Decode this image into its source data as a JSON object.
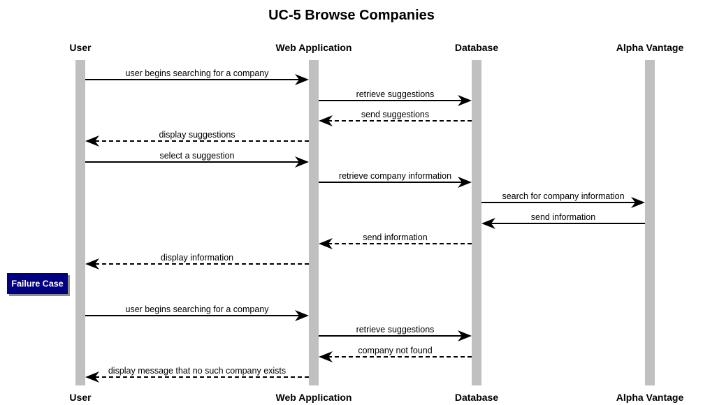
{
  "title": "UC-5 Browse Companies",
  "actors": [
    {
      "id": "user",
      "label": "User"
    },
    {
      "id": "web",
      "label": "Web Application"
    },
    {
      "id": "db",
      "label": "Database"
    },
    {
      "id": "av",
      "label": "Alpha Vantage"
    }
  ],
  "messages": [
    {
      "from": "user",
      "to": "web",
      "label": "user begins searching for a company",
      "style": "solid"
    },
    {
      "from": "web",
      "to": "db",
      "label": "retrieve suggestions",
      "style": "solid"
    },
    {
      "from": "db",
      "to": "web",
      "label": "send suggestions",
      "style": "dashed"
    },
    {
      "from": "web",
      "to": "user",
      "label": "display suggestions",
      "style": "dashed"
    },
    {
      "from": "user",
      "to": "web",
      "label": "select a suggestion",
      "style": "solid"
    },
    {
      "from": "web",
      "to": "db",
      "label": "retrieve company information",
      "style": "solid"
    },
    {
      "from": "db",
      "to": "av",
      "label": "search for company information",
      "style": "solid"
    },
    {
      "from": "av",
      "to": "db",
      "label": "send information",
      "style": "solid"
    },
    {
      "from": "db",
      "to": "web",
      "label": "send information",
      "style": "dashed"
    },
    {
      "from": "web",
      "to": "user",
      "label": "display information",
      "style": "dashed"
    },
    {
      "from": "user",
      "to": "web",
      "label": "user begins searching for a company",
      "style": "solid"
    },
    {
      "from": "web",
      "to": "db",
      "label": "retrieve suggestions",
      "style": "solid"
    },
    {
      "from": "db",
      "to": "web",
      "label": "company not found",
      "style": "dashed"
    },
    {
      "from": "web",
      "to": "user",
      "label": "display message that no such company exists",
      "style": "dashed"
    }
  ],
  "note": {
    "label": "Failure Case"
  },
  "colors": {
    "lifeline": "#c0c0c0",
    "note_fill": "#000080",
    "arrow": "#000000"
  }
}
